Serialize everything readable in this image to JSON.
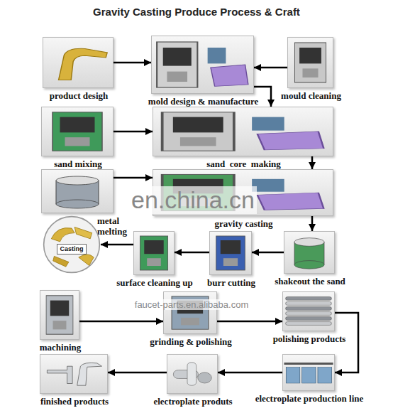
{
  "diagram": {
    "title": "Gravity Casting Produce Process & Craft",
    "nodes": [
      {
        "text": [
          "product desigh"
        ]
      },
      {
        "text": [
          "mold design & manufacture"
        ]
      },
      {
        "text": [
          "mould cleaning"
        ]
      },
      {
        "text": [
          "sand mixing"
        ]
      },
      {
        "text": [
          "sand  core  making"
        ]
      },
      {
        "text": [
          "metal melting"
        ]
      },
      {
        "text": [
          "gravity casting"
        ]
      },
      {
        "text": [
          "Casting"
        ]
      },
      {
        "text": [
          "surface cleaning up"
        ]
      },
      {
        "text": [
          "burr cutting"
        ]
      },
      {
        "text": [
          "shakeout the sand"
        ]
      },
      {
        "text": [
          "machining"
        ]
      },
      {
        "text": [
          "grinding & polishing"
        ]
      },
      {
        "text": [
          "polishing products"
        ]
      },
      {
        "text": [
          "finished products"
        ]
      },
      {
        "text": [
          "electroplate produts"
        ]
      },
      {
        "text": [
          "electroplate production line"
        ]
      }
    ],
    "edges": [
      {
        "from": 0,
        "to": 1,
        "arrow": "to"
      },
      {
        "from": 2,
        "to": 1,
        "arrow": "to"
      },
      {
        "from": 1,
        "to": 4,
        "arrow": "to"
      },
      {
        "from": 3,
        "to": 4,
        "arrow": "to"
      },
      {
        "from": 4,
        "to": 6,
        "arrow": "to"
      },
      {
        "from": 5,
        "to": 6,
        "arrow": "to"
      },
      {
        "from": 6,
        "to": 10,
        "arrow": "to"
      },
      {
        "from": 10,
        "to": 9,
        "arrow": "to"
      },
      {
        "from": 9,
        "to": 8,
        "arrow": "to"
      },
      {
        "from": 8,
        "to": 7,
        "arrow": "to"
      },
      {
        "from": 11,
        "to": 12,
        "arrow": "to"
      },
      {
        "from": 12,
        "to": 13,
        "arrow": "to"
      },
      {
        "from": 13,
        "to": 16,
        "arrow": "to"
      },
      {
        "from": 16,
        "to": 15,
        "arrow": "to"
      },
      {
        "from": 15,
        "to": 14,
        "arrow": "to"
      }
    ],
    "labels": [
      "en.china.cn",
      "faucet-parts.en.alibaba.com"
    ]
  }
}
